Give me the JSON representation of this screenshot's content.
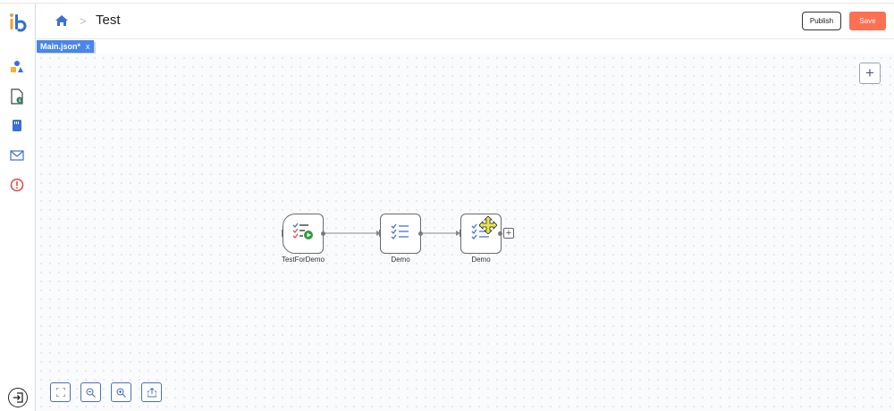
{
  "header": {
    "breadcrumb_sep": ">",
    "title": "Test",
    "publish_label": "Publish",
    "save_label": "Save"
  },
  "tabs": [
    {
      "label": "Main.json*",
      "close": "x"
    }
  ],
  "sidebar": {
    "items": [
      {
        "icon": "shapes-icon"
      },
      {
        "icon": "document-dollar-icon"
      },
      {
        "icon": "book-icon"
      },
      {
        "icon": "mail-icon"
      },
      {
        "icon": "alert-circle-icon"
      }
    ],
    "exit_icon": "exit-icon"
  },
  "canvas": {
    "add_label": "+",
    "nodes": [
      {
        "label": "TestForDemo",
        "icon": "checklist-play-icon"
      },
      {
        "label": "Demo",
        "icon": "checklist-icon"
      },
      {
        "label": "Demo",
        "icon": "checklist-icon"
      }
    ],
    "tools": [
      "fit-screen-icon",
      "zoom-out-icon",
      "zoom-in-icon",
      "export-icon"
    ]
  },
  "colors": {
    "accent": "#4a86e8",
    "save": "#ff6f52",
    "check_blue": "#4a6fd6",
    "check_red": "#e8553d",
    "play_green": "#2e9b3a"
  }
}
